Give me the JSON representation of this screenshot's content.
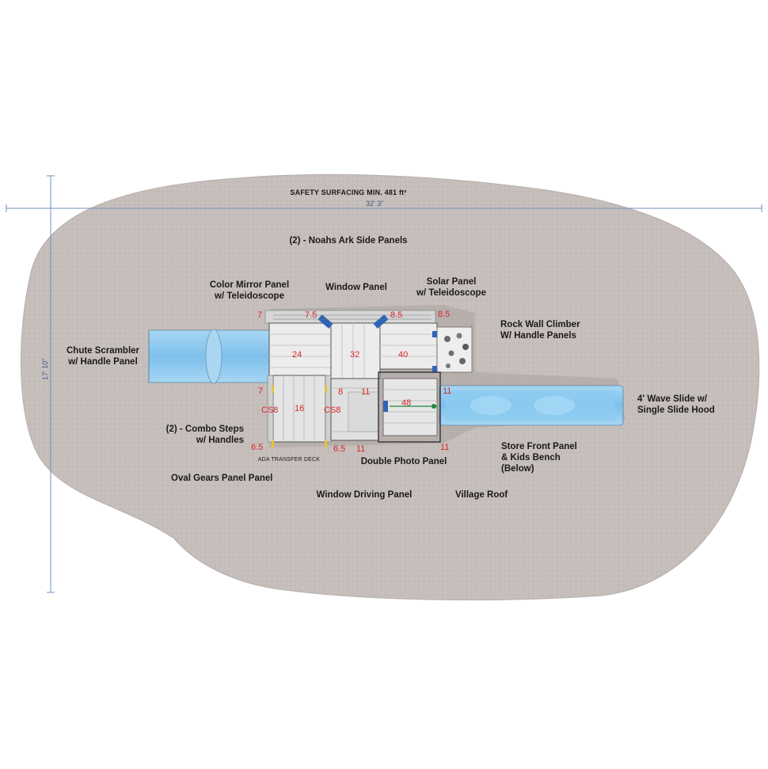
{
  "header": {
    "safety_surfacing": "SAFETY SURFACING MIN. 481 ft²"
  },
  "dimensions": {
    "width": "32' 3\"",
    "height": "17' 10\""
  },
  "labels": {
    "noahs_ark": "(2) - Noahs Ark Side Panels",
    "color_mirror": "Color Mirror Panel\nw/ Teleidoscope",
    "window_panel": "Window Panel",
    "solar_panel": "Solar Panel\nw/ Teleidoscope",
    "rock_wall": "Rock Wall Climber\nW/ Handle Panels",
    "chute_scrambler": "Chute Scrambler\nw/ Handle Panel",
    "wave_slide": "4' Wave Slide w/\nSingle Slide Hood",
    "combo_steps": "(2) - Combo Steps\nw/ Handles",
    "ada_deck": "ADA TRANSFER DECK",
    "double_photo": "Double Photo Panel",
    "store_front": "Store Front Panel\n& Kids Bench\n(Below)",
    "oval_gears": "Oval Gears Panel Panel",
    "window_driving": "Window Driving Panel",
    "village_roof": "Village Roof"
  },
  "heights": {
    "h7_top": "7",
    "h75": "7.5",
    "h85a": "8.5",
    "h85b": "8.5",
    "d24": "24",
    "d32": "32",
    "d40": "40",
    "h7_mid": "7",
    "cs8_left": "CS8",
    "d16": "16",
    "cs8_right": "CS8",
    "h8": "8",
    "h11_a": "11",
    "d48": "48",
    "h11_b": "11",
    "h65_a": "6.5",
    "h65_b": "6.5",
    "h11_c": "11",
    "h11_d": "11"
  },
  "colors": {
    "surface": "#c7bfbc",
    "deck": "#e9e9e9",
    "slide": "#8fc8ee",
    "dimension": "#6f8fbf",
    "height_text": "#d8262b"
  }
}
